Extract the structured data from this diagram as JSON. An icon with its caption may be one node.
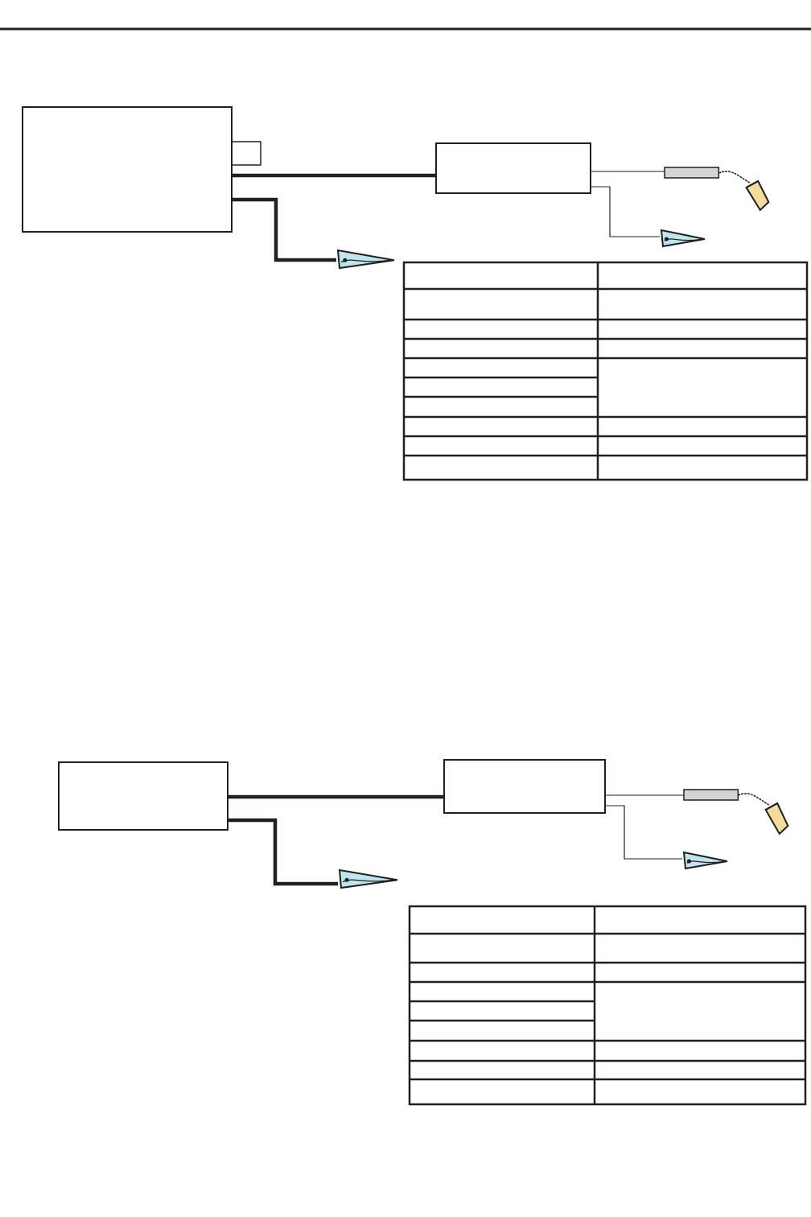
{
  "diagram": {
    "nodes": [
      {
        "text": [],
        "shape": "box"
      },
      {
        "text": [],
        "shape": "box"
      },
      {
        "text": [],
        "shape": "picture"
      },
      {
        "text": [],
        "shape": "picture"
      },
      {
        "text": [],
        "shape": "picture"
      },
      {
        "text": [],
        "shape": "box"
      },
      {
        "text": [],
        "shape": "box"
      },
      {
        "text": [],
        "shape": "picture"
      },
      {
        "text": [],
        "shape": "picture"
      },
      {
        "text": [],
        "shape": "picture"
      }
    ],
    "edges": [
      {
        "from": 0,
        "to": 1,
        "arrow": "none",
        "style": "thick"
      },
      {
        "from": 0,
        "to": 3,
        "arrow": "none",
        "style": "thick"
      },
      {
        "from": 1,
        "to": 2,
        "arrow": "none"
      },
      {
        "from": 1,
        "to": 4,
        "arrow": "none"
      },
      {
        "from": 5,
        "to": 6,
        "arrow": "none",
        "style": "thick"
      },
      {
        "from": 5,
        "to": 8,
        "arrow": "none",
        "style": "thick"
      },
      {
        "from": 6,
        "to": 7,
        "arrow": "none"
      },
      {
        "from": 6,
        "to": 9,
        "arrow": "none"
      }
    ]
  }
}
